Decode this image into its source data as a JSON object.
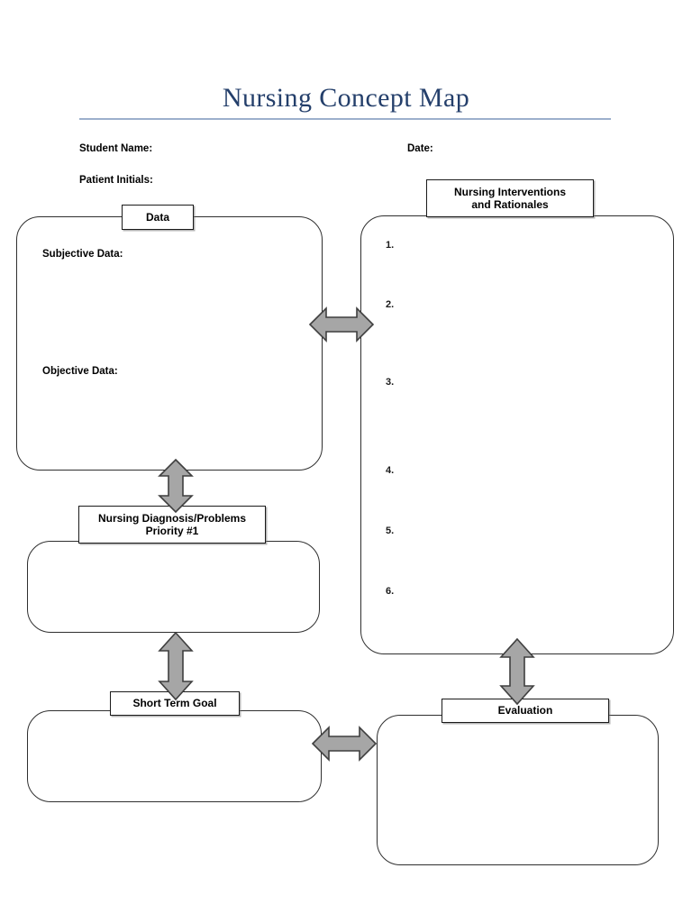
{
  "document": {
    "title": "Nursing Concept Map",
    "accent_color": "#243f6b",
    "rule_color": "#9cb0cc",
    "arrow_fill": "#a6a6a6",
    "arrow_stroke": "#3f3f3f",
    "box_stroke": "#2f2f2f"
  },
  "header": {
    "student_name_label": "Student Name:",
    "student_name_value": "",
    "date_label": "Date:",
    "date_value": "",
    "patient_initials_label": "Patient Initials:",
    "patient_initials_value": ""
  },
  "boxes": {
    "data": {
      "caption": "Data",
      "subjective_label": "Subjective Data:",
      "subjective_value": "",
      "objective_label": "Objective Data:",
      "objective_value": ""
    },
    "interventions": {
      "caption_line1": "Nursing Interventions",
      "caption_line2": "and Rationales",
      "items": [
        {
          "number": "1.",
          "text": ""
        },
        {
          "number": "2.",
          "text": ""
        },
        {
          "number": "3.",
          "text": ""
        },
        {
          "number": "4.",
          "text": ""
        },
        {
          "number": "5.",
          "text": ""
        },
        {
          "number": "6.",
          "text": ""
        }
      ]
    },
    "diagnosis": {
      "caption_line1": "Nursing Diagnosis/Problems",
      "caption_line2": "Priority #1",
      "value": ""
    },
    "short_term_goal": {
      "caption": "Short Term Goal",
      "value": ""
    },
    "evaluation": {
      "caption": "Evaluation",
      "value": ""
    }
  },
  "connectors": [
    {
      "name": "data-to-interventions",
      "direction": "horizontal-double"
    },
    {
      "name": "data-to-diagnosis",
      "direction": "vertical-double"
    },
    {
      "name": "diagnosis-to-short-term-goal",
      "direction": "vertical-double"
    },
    {
      "name": "short-term-goal-to-evaluation",
      "direction": "horizontal-double"
    },
    {
      "name": "interventions-to-evaluation",
      "direction": "vertical-double"
    }
  ]
}
